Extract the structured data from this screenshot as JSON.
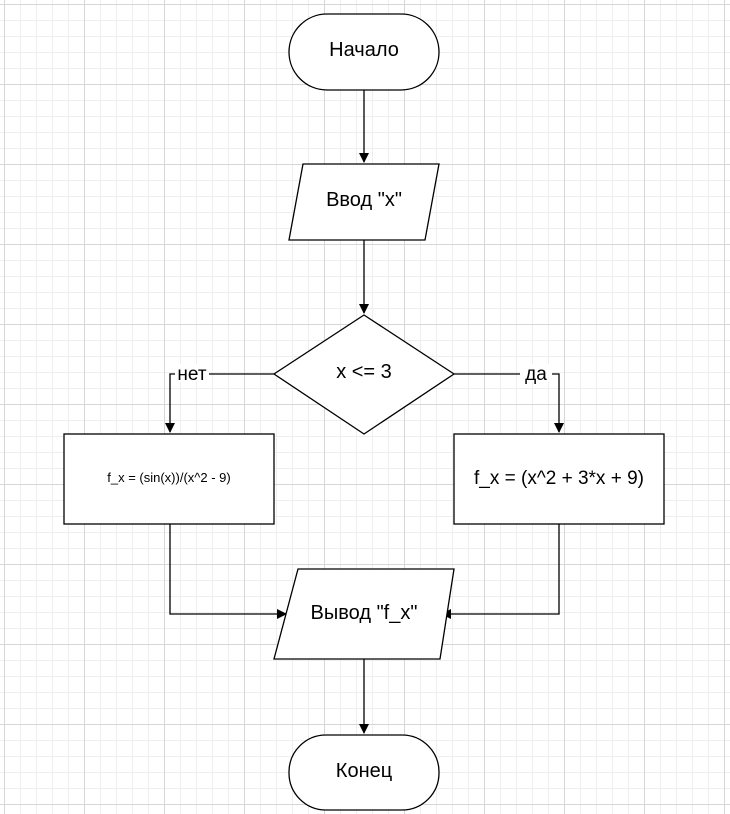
{
  "nodes": {
    "start": "Начало",
    "input": "Ввод \"x\"",
    "condition": "x <= 3",
    "no_branch": "f_x = (sin(x))/(x^2 - 9)",
    "yes_branch": "f_x = (x^2 + 3*x + 9)",
    "output": "Вывод \"f_x\"",
    "end": "Конец"
  },
  "edges": {
    "no_label": "нет",
    "yes_label": "да"
  },
  "colors": {
    "stroke": "#000000",
    "fill": "#ffffff",
    "grid": "#d6d6d6"
  }
}
